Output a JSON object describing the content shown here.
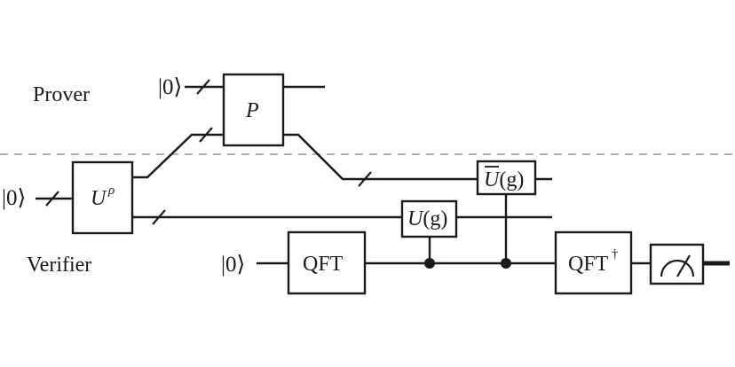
{
  "regions": {
    "prover": "Prover",
    "verifier": "Verifier"
  },
  "inputs": {
    "prover_ket": "|0⟩",
    "main_ket": "|0⟩",
    "control_ket": "|0⟩"
  },
  "gates": {
    "u_rho": {
      "base": "U",
      "sup": "ρ"
    },
    "p": "P",
    "u_g": {
      "u": "U",
      "arg": "(g)"
    },
    "u_bar_g": {
      "u": "U",
      "arg": "(g)"
    },
    "qft": "QFT",
    "qft_dagger": {
      "base": "QFT",
      "sup": "†"
    }
  },
  "meter_icon": "measurement-meter-icon"
}
